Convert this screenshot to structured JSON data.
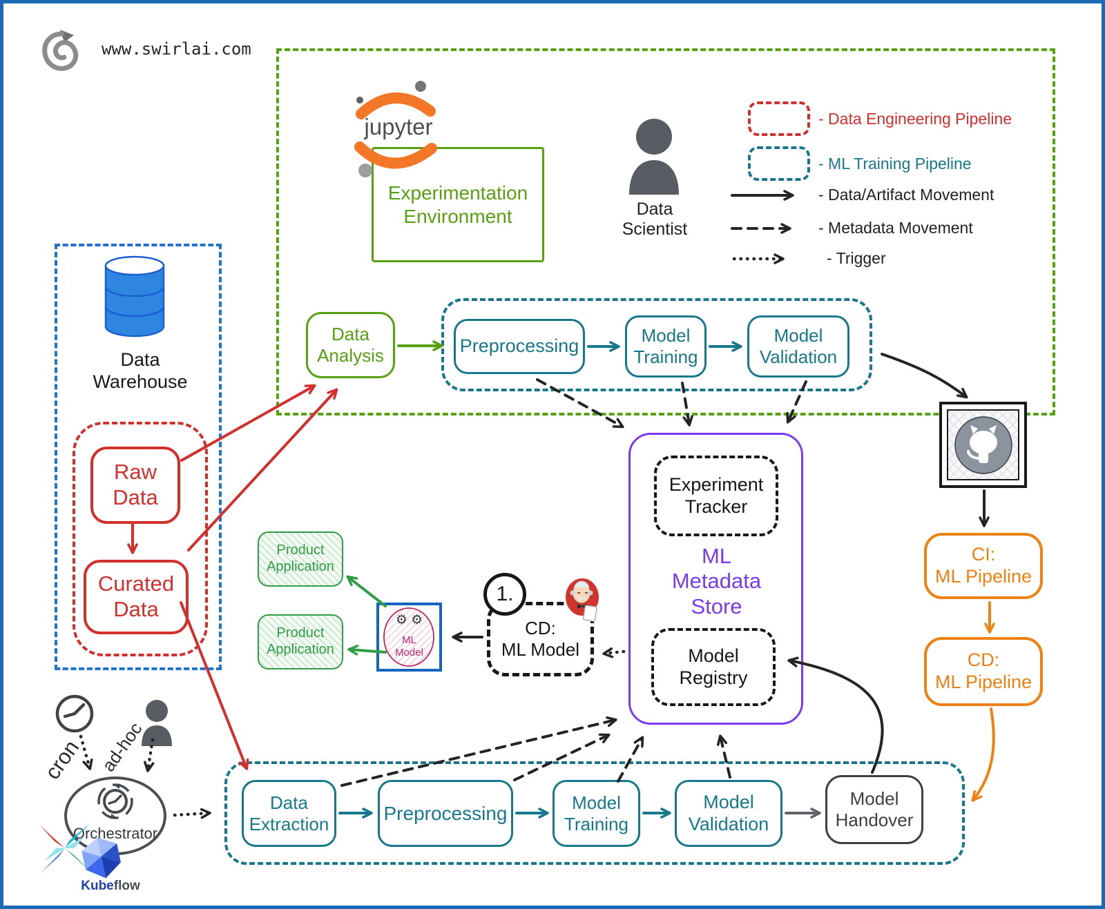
{
  "colors": {
    "frame_blue": "#1a6ab5",
    "red": "#d2302c",
    "teal": "#17788c",
    "green": "#57a011",
    "bright_green": "#2f9e44",
    "purple": "#7a3bf0",
    "orange": "#ec8213",
    "warehouse_blue": "#1f72cf",
    "cylinder_blue": "#2e86e0",
    "jupyter_orange": "#f37726",
    "dark": "#3c4043",
    "crimson": "#c2246a",
    "model_blue": "#1565c0"
  },
  "site": {
    "url": "www.swirlai.com"
  },
  "legend": {
    "data_engineering": "- Data Engineering Pipeline",
    "ml_training": "- ML Training Pipeline",
    "data_artifact": "- Data/Artifact Movement",
    "metadata": "- Metadata Movement",
    "trigger": "- Trigger"
  },
  "experimentation": {
    "jupyter_label": "jupyter",
    "environment_label": "Experimentation\nEnvironment",
    "data_scientist_label": "Data\nScientist",
    "data_analysis_label": "Data\nAnalysis",
    "preprocessing_label": "Preprocessing",
    "model_training_label": "Model\nTraining",
    "model_validation_label": "Model\nValidation"
  },
  "warehouse": {
    "title": "Data\nWarehouse",
    "raw_label": "Raw\nData",
    "curated_label": "Curated\nData"
  },
  "metadata_store": {
    "title": "ML\nMetadata\nStore",
    "experiment_tracker_label": "Experiment\nTracker",
    "model_registry_label": "Model\nRegistry"
  },
  "cicd": {
    "ci_label": "CI:\nML Pipeline",
    "cd_label": "CD:\nML Pipeline"
  },
  "deployment": {
    "step_number": "1.",
    "cd_ml_model_label": "CD:\nML Model",
    "gears_glyph": "⚙ ⚙",
    "ml_model_label": "ML\nModel",
    "product_application_label": "Product\nApplication"
  },
  "orchestration": {
    "cron_label": "cron",
    "adhoc_label": "ad-hoc",
    "orchestrator_label": "Orchestrator",
    "kubeflow_kube": "Kube",
    "kubeflow_flow": "flow"
  },
  "training_pipeline": {
    "data_extraction_label": "Data\nExtraction",
    "preprocessing_label": "Preprocessing",
    "model_training_label": "Model\nTraining",
    "model_validation_label": "Model\nValidation",
    "model_handover_label": "Model\nHandover"
  }
}
